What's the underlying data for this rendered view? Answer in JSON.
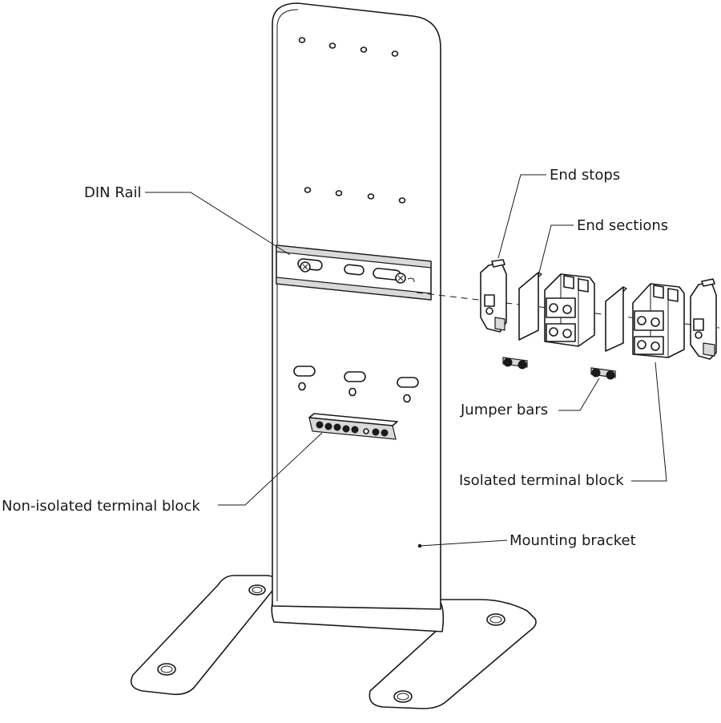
{
  "labels": {
    "din_rail": "DIN Rail",
    "end_stops": "End stops",
    "end_sections": "End sections",
    "jumper_bars": "Jumper bars",
    "isolated_terminal_block": "Isolated terminal block",
    "non_isolated_terminal_block": "Non-isolated terminal block",
    "mounting_bracket": "Mounting bracket"
  }
}
